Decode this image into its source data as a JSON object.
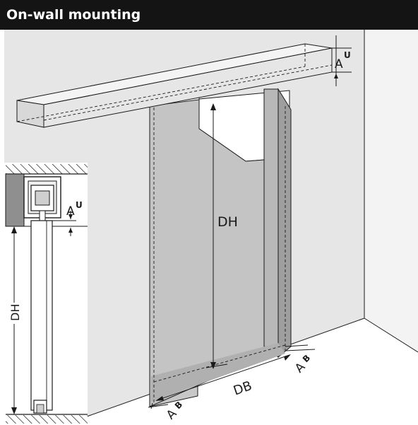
{
  "header": {
    "title": "On-wall mounting"
  },
  "labels": {
    "a_symbol": "A",
    "u_superscript": "U",
    "b_superscript": "B",
    "door_height": "DH",
    "door_width": "DB"
  },
  "colors": {
    "header_bg": "#141414",
    "wall": "#e6e6e6",
    "door": "#c7c7c7",
    "door_side": "#a9a9a9",
    "rail": "#e9e9e9",
    "line": "#1a1a1a"
  }
}
